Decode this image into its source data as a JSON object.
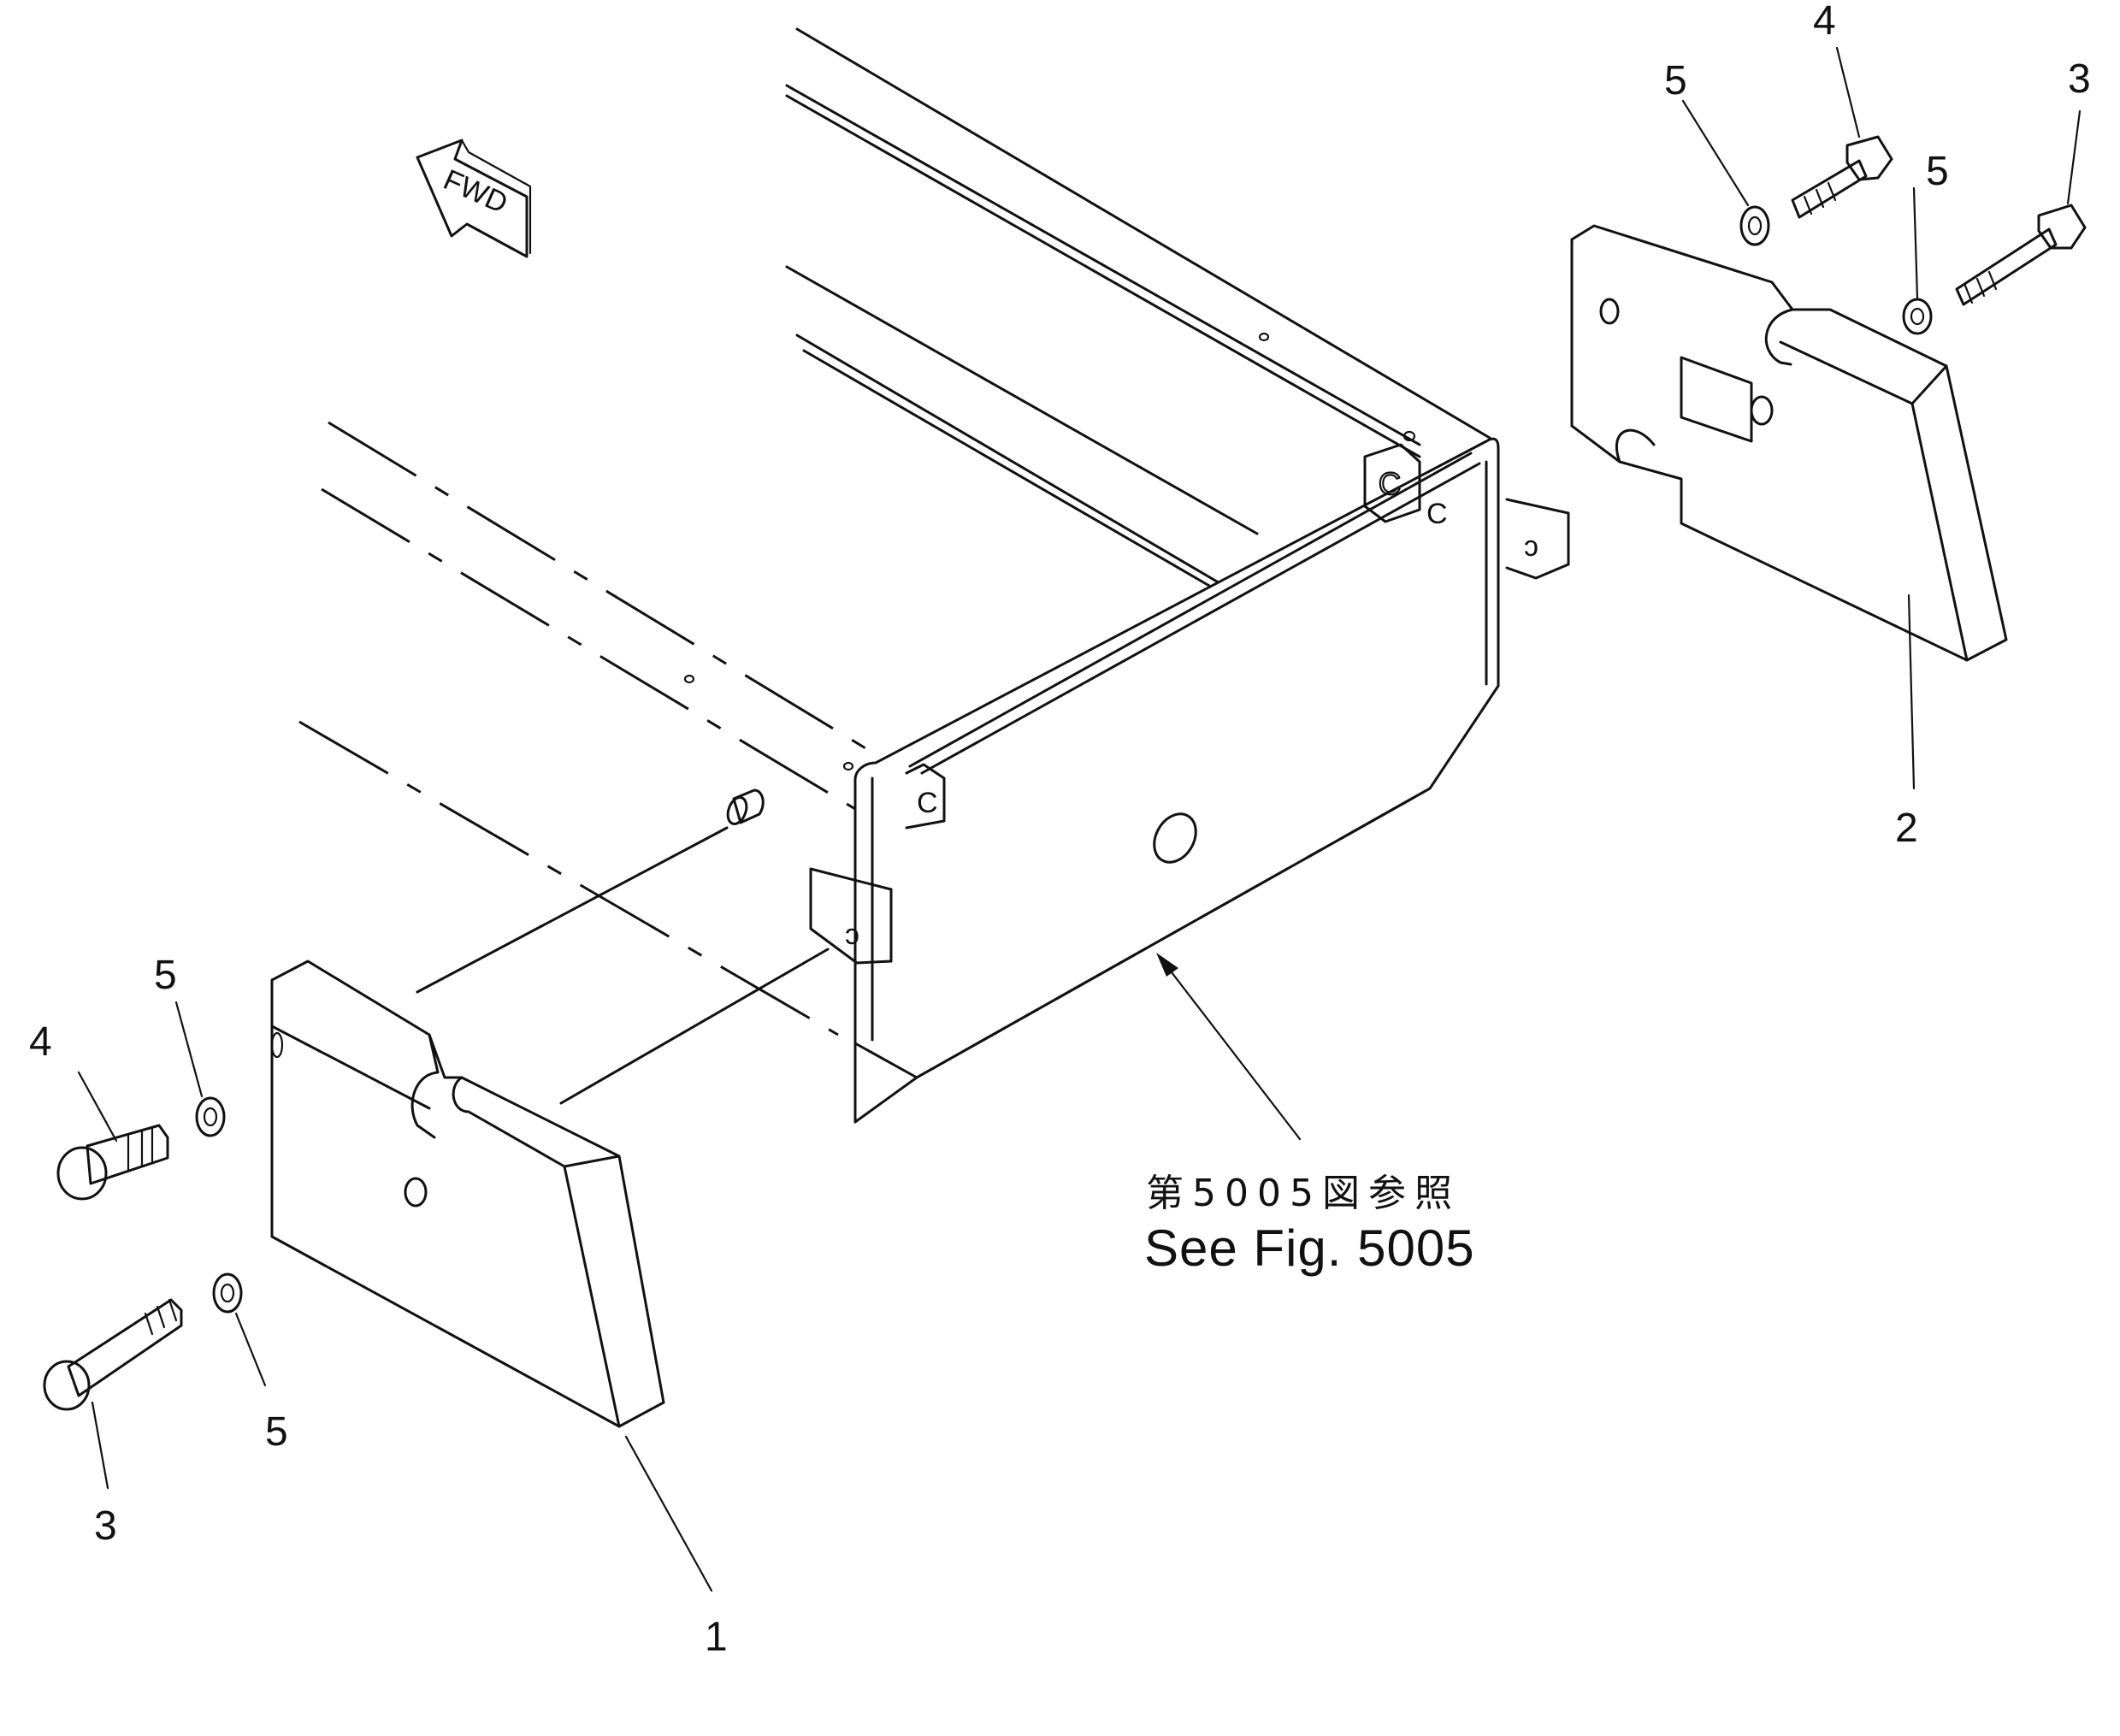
{
  "diagram": {
    "direction_marker": "FWD",
    "reference_japanese": "第5005図参照",
    "reference_english": "See Fig. 5005",
    "callouts": {
      "left_weight": "1",
      "right_weight": "2",
      "left_long_bolt": "3",
      "left_short_bolt": "4",
      "left_upper_washer": "5",
      "left_lower_washer": "5",
      "right_long_bolt": "3",
      "right_short_bolt": "4",
      "right_left_washer": "5",
      "right_right_washer": "5"
    },
    "icons": [
      "fwd-arrow-icon",
      "hex-bolt-icon",
      "washer-icon",
      "counterweight-icon",
      "frame-icon"
    ]
  }
}
